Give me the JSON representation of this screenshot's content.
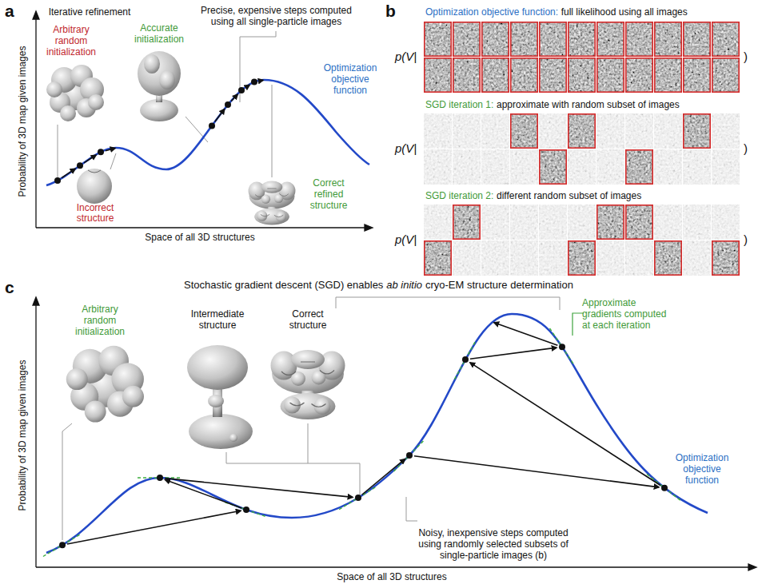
{
  "diagram": {
    "labels": [
      "a",
      "Iterative refinement",
      "Arbitrary random initialization",
      "Accurate initialization",
      "Precise, expensive steps computed using all single-particle images",
      "Optimization objective function",
      "Incorrect structure",
      "Correct refined structure",
      "Probability of 3D map given images",
      "Space of all 3D structures",
      "b",
      "Optimization objective function:",
      "full likelihood using all images",
      "p(V|",
      ")",
      "SGD iteration 1:",
      "approximate with random subset of images",
      "p(V|",
      ")",
      "SGD iteration 2:",
      "different random subset of images",
      "p(V|",
      ")",
      "c",
      "Stochastic gradient descent (SGD) enables",
      "ab initio",
      "cryo-EM structure determination",
      "Arbitrary random initialization",
      "Intermediate structure",
      "Correct structure",
      "Approximate gradients computed at each iteration",
      "Noisy, inexpensive steps computed using randomly selected subsets of single-particle images (b)",
      "Optimization objective function",
      "Probability of 3D map given images",
      "Space of all 3D structures"
    ]
  }
}
